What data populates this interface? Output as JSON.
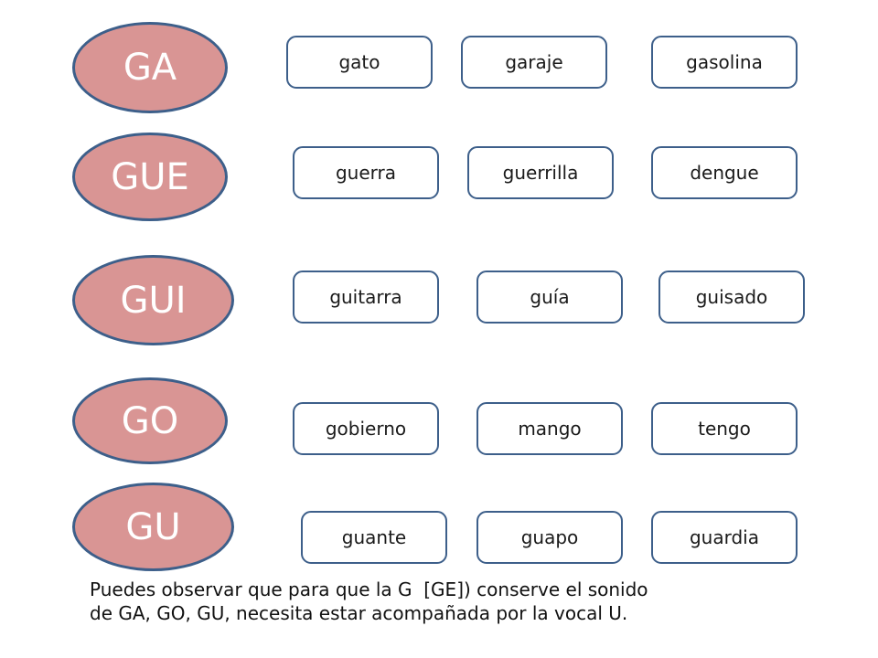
{
  "rows": [
    {
      "syllable": "GA",
      "words": [
        "gato",
        "garaje",
        "gasolina"
      ]
    },
    {
      "syllable": "GUE",
      "words": [
        "guerra",
        "guerrilla",
        "dengue"
      ]
    },
    {
      "syllable": "GUI",
      "words": [
        "guitarra",
        "guía",
        "guisado"
      ]
    },
    {
      "syllable": "GO",
      "words": [
        "gobierno",
        "mango",
        "tengo"
      ]
    },
    {
      "syllable": "GU",
      "words": [
        "guante",
        "guapo",
        "guardia"
      ]
    }
  ],
  "note": {
    "line1": "Puedes observar que para que la G  [GE]) conserve el sonido",
    "line2": "de GA, GO, GU, necesita estar acompañada por la vocal U."
  },
  "colors": {
    "oval_fill": "#d99594",
    "oval_border": "#3d5f8a",
    "box_border": "#3d5f8a"
  }
}
